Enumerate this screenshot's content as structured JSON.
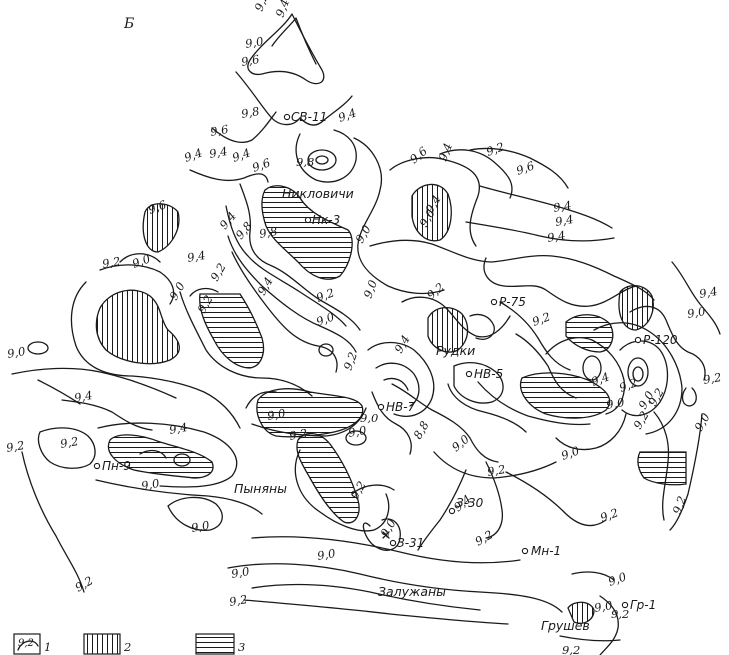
{
  "panel_label": "Б",
  "settlements": [
    {
      "id": "niklovichi",
      "name": "Никловичи"
    },
    {
      "id": "rudki",
      "name": "Рудки"
    },
    {
      "id": "pynyany",
      "name": "Пыняны"
    },
    {
      "id": "zaluzhany",
      "name": "Залужаны"
    },
    {
      "id": "grushev",
      "name": "Грушев"
    }
  ],
  "wells": [
    {
      "id": "sv11",
      "name": "СВ-11"
    },
    {
      "id": "nk3",
      "name": "Нк-3"
    },
    {
      "id": "r75",
      "name": "Р-75"
    },
    {
      "id": "nv5",
      "name": "НВ-5"
    },
    {
      "id": "r120",
      "name": "Р-120"
    },
    {
      "id": "nv7",
      "name": "НВ-7"
    },
    {
      "id": "pn9",
      "name": "Пн-9"
    },
    {
      "id": "z30",
      "name": "З-30"
    },
    {
      "id": "z31",
      "name": "З-31"
    },
    {
      "id": "mn1",
      "name": "Мн-1"
    },
    {
      "id": "gr1",
      "name": "Гр-1"
    }
  ],
  "contour_labels": [
    "9,2",
    "9,4",
    "9,0",
    "9,6",
    "9,8",
    "9,8",
    "9,6",
    "9,4",
    "9,4",
    "9,4",
    "9,4",
    "9,6",
    "9,4",
    "9,6",
    "9,8",
    "9,8",
    "9,6",
    "9,4",
    "9,2",
    "9,6",
    "9,4",
    "9,4",
    "9,4",
    "9,6",
    "9,4",
    "9,0",
    "9,2",
    "9,4",
    "9,0",
    "9,2",
    "9,0",
    "9,2",
    "9,4",
    "9,2",
    "9,0",
    "9,2",
    "9,0",
    "9,2",
    "9,4",
    "9,2",
    "9,4",
    "9,2",
    "9,0",
    "9,2",
    "9,4",
    "9,0",
    "9,0",
    "9,4",
    "9,2",
    "9,2",
    "9,4",
    "9,0",
    "9,2",
    "9,0",
    "9,0",
    "9,0",
    "9,2",
    "9,0",
    "9,2",
    "9,0",
    "9,2",
    "8,8",
    "9,0",
    "9,2",
    "9,4",
    "9,2",
    "9,0",
    "9,2",
    "9,2",
    "9,0",
    "9,0",
    "9,2",
    "9,0",
    "9,0",
    "9,2",
    "9,2",
    "9,0",
    "9,2",
    "9,0"
  ],
  "legend": [
    {
      "number": "1",
      "swatch": "9,2"
    },
    {
      "number": "2",
      "swatch": ""
    },
    {
      "number": "3",
      "swatch": ""
    }
  ]
}
